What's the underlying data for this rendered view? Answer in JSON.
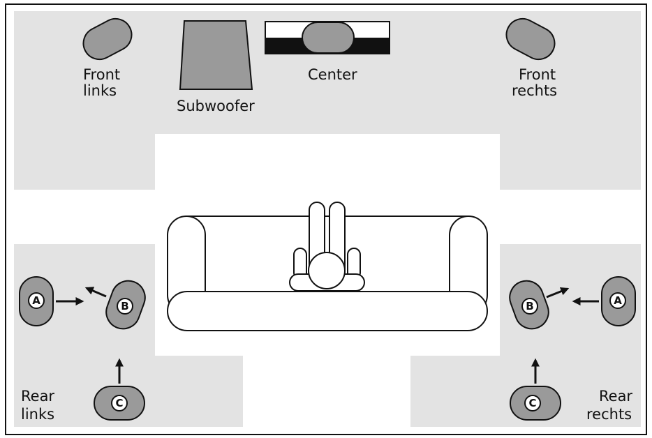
{
  "colors": {
    "zone": "#e3e3e3",
    "speaker": "#9a9a9a",
    "outline": "#111111",
    "background": "#ffffff"
  },
  "labels": {
    "front_left": [
      "Front",
      "links"
    ],
    "subwoofer": "Subwoofer",
    "center": "Center",
    "front_right": [
      "Front",
      "rechts"
    ],
    "rear_left": [
      "Rear",
      "links"
    ],
    "rear_right": [
      "Rear",
      "rechts"
    ]
  },
  "positions": {
    "a": "A",
    "b": "B",
    "c": "C"
  }
}
